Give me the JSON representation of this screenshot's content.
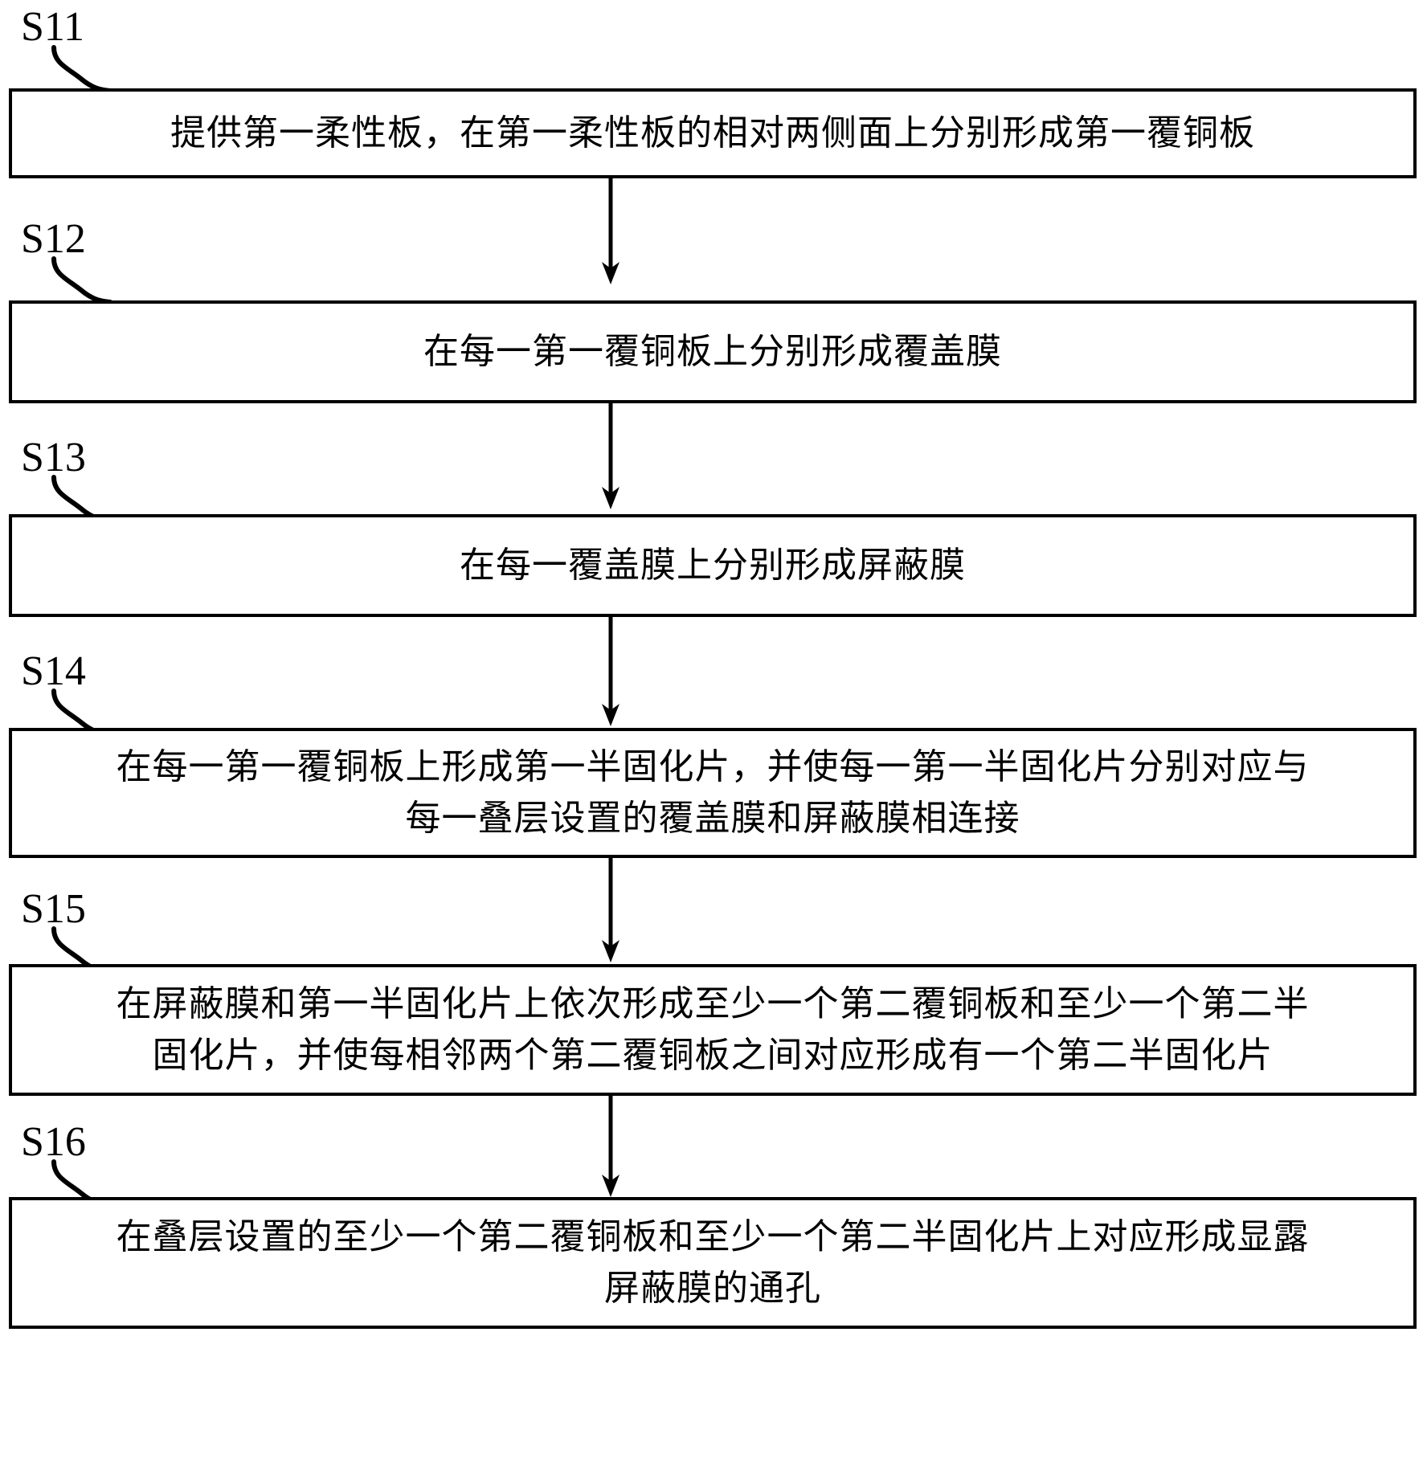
{
  "diagram": {
    "type": "flowchart",
    "orientation": "vertical",
    "title": "",
    "line_color": "#000000",
    "background_color": "#ffffff",
    "steps": [
      {
        "id": "S11",
        "label": "S11",
        "text": "提供第一柔性板，在第一柔性板的相对两侧面上分别形成第一覆铜板",
        "lines": 1
      },
      {
        "id": "S12",
        "label": "S12",
        "text": "在每一第一覆铜板上分别形成覆盖膜",
        "lines": 1
      },
      {
        "id": "S13",
        "label": "S13",
        "text": "在每一覆盖膜上分别形成屏蔽膜",
        "lines": 1
      },
      {
        "id": "S14",
        "label": "S14",
        "text": "在每一第一覆铜板上形成第一半固化片，并使每一第一半固化片分别对应与\n每一叠层设置的覆盖膜和屏蔽膜相连接",
        "lines": 2
      },
      {
        "id": "S15",
        "label": "S15",
        "text": "在屏蔽膜和第一半固化片上依次形成至少一个第二覆铜板和至少一个第二半\n固化片，并使每相邻两个第二覆铜板之间对应形成有一个第二半固化片",
        "lines": 2
      },
      {
        "id": "S16",
        "label": "S16",
        "text": "在叠层设置的至少一个第二覆铜板和至少一个第二半固化片上对应形成显露\n屏蔽膜的通孔",
        "lines": 2
      }
    ],
    "arrows": [
      {
        "from": "S11",
        "to": "S12"
      },
      {
        "from": "S12",
        "to": "S13"
      },
      {
        "from": "S13",
        "to": "S14"
      },
      {
        "from": "S14",
        "to": "S15"
      },
      {
        "from": "S15",
        "to": "S16"
      }
    ]
  }
}
